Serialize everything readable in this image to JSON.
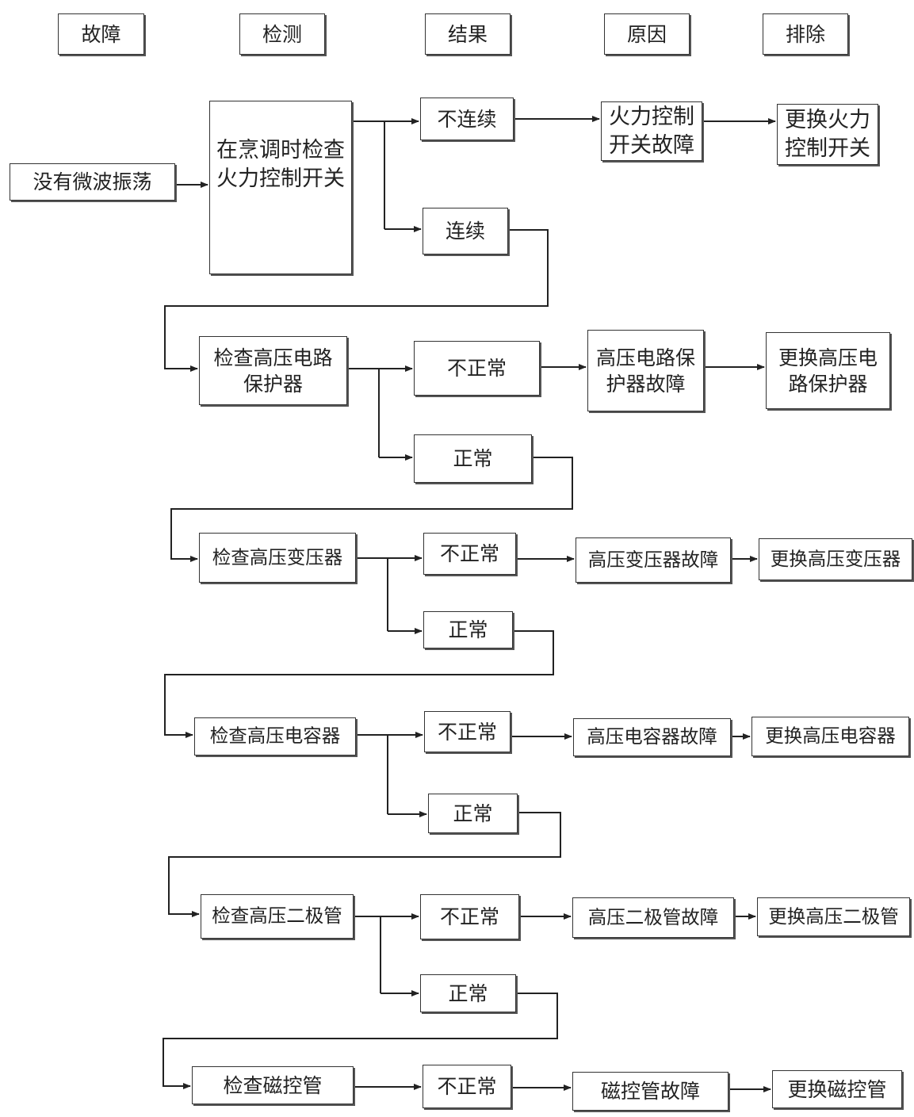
{
  "headers": {
    "fault": "故障",
    "detect": "检测",
    "result": "结果",
    "cause": "原因",
    "fix": "排除"
  },
  "fault": "没有微波振荡",
  "step1": {
    "check": "在烹调时检查火力控制开关",
    "bad_result": "不连续",
    "ok_result": "连续",
    "cause_line1": "火力控制",
    "cause_line2": "开关故障",
    "fix_line1": "更换火力",
    "fix_line2": "控制开关"
  },
  "step2": {
    "check_line1": "检查高压电路",
    "check_line2": "保护器",
    "bad_result": "不正常",
    "ok_result": "正常",
    "cause_line1": "高压电路保",
    "cause_line2": "护器故障",
    "fix_line1": "更换高压电",
    "fix_line2": "路保护器"
  },
  "step3": {
    "check": "检查高压变压器",
    "bad_result": "不正常",
    "ok_result": "正常",
    "cause": "高压变压器故障",
    "fix": "更换高压变压器"
  },
  "step4": {
    "check": "检查高压电容器",
    "bad_result": "不正常",
    "ok_result": "正常",
    "cause": "高压电容器故障",
    "fix": "更换高压电容器"
  },
  "step5": {
    "check": "检查高压二极管",
    "bad_result": "不正常",
    "ok_result": "正常",
    "cause": "高压二极管故障",
    "fix": "更换高压二极管"
  },
  "step6": {
    "check": "检查磁控管",
    "bad_result": "不正常",
    "cause": "磁控管故障",
    "fix": "更换磁控管"
  }
}
